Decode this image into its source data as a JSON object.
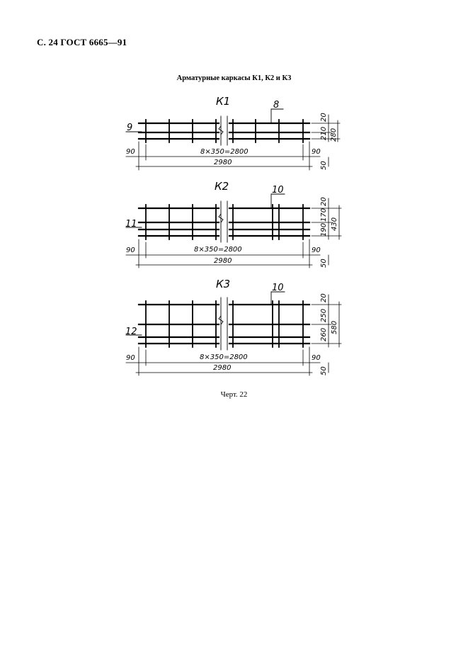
{
  "header": {
    "page_ref": "С. 24 ГОСТ 6665—91"
  },
  "title": "Арматурные каркасы К1, К2 и К3",
  "caption": "Черт. 22",
  "frames": [
    {
      "name": "К1",
      "left_position": "9",
      "top_position": "8",
      "left_end": "90",
      "right_end": "90",
      "spacing": "8×350=2800",
      "total_length": "2980",
      "bottom_offset": "50",
      "top_offset": "20",
      "spans": [
        "210"
      ],
      "total_height": "280"
    },
    {
      "name": "К2",
      "left_position": "11",
      "top_position": "10",
      "left_end": "90",
      "right_end": "90",
      "spacing": "8×350=2800",
      "total_length": "2980",
      "bottom_offset": "50",
      "top_offset": "20",
      "spans": [
        "170",
        "190"
      ],
      "total_height": "430"
    },
    {
      "name": "К3",
      "left_position": "12",
      "top_position": "10",
      "left_end": "90",
      "right_end": "90",
      "spacing": "8×350=2800",
      "total_length": "2980",
      "bottom_offset": "50",
      "top_offset": "20",
      "spans": [
        "250",
        "260"
      ],
      "total_height": "580"
    }
  ]
}
